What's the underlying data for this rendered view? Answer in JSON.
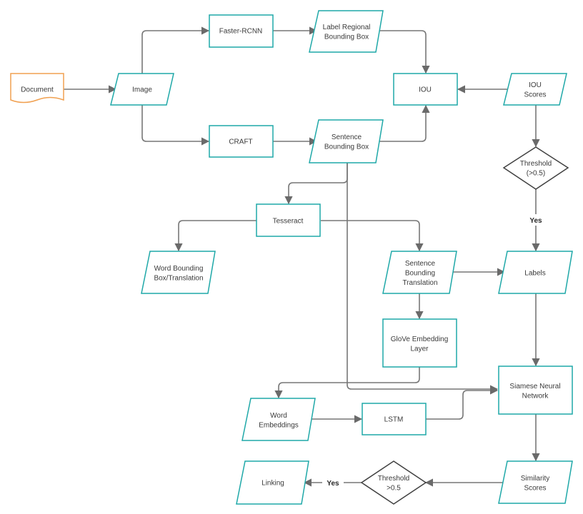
{
  "colors": {
    "process": "#1fa8a8",
    "document": "#f0a050",
    "decision": "#404040",
    "edge": "#777777",
    "text": "#3a3a3a"
  },
  "nodes": {
    "document": [
      "Document"
    ],
    "image": [
      "Image"
    ],
    "faster_rcnn": [
      "Faster-RCNN"
    ],
    "craft": [
      "CRAFT"
    ],
    "label_regional_bbox": [
      "Label Regional",
      "Bounding Box"
    ],
    "sentence_bbox": [
      "Sentence",
      "Bounding Box"
    ],
    "iou": [
      "IOU"
    ],
    "iou_scores": [
      "IOU",
      "Scores"
    ],
    "threshold_top": [
      "Threshold",
      "(>0.5)"
    ],
    "tesseract": [
      "Tesseract"
    ],
    "word_bbox_translation": [
      "Word Bounding",
      "Box/Translation"
    ],
    "sentence_bbox_translation": [
      "Sentence",
      "Bounding",
      "Translation"
    ],
    "labels": [
      "Labels"
    ],
    "glove": [
      "GloVe Embedding",
      "Layer"
    ],
    "siamese": [
      "Siamese Neural",
      "Network"
    ],
    "word_embeddings": [
      "Word",
      "Embeddings"
    ],
    "lstm": [
      "LSTM"
    ],
    "similarity_scores": [
      "Similarity",
      "Scores"
    ],
    "threshold_bottom": [
      "Threshold",
      ">0.5"
    ],
    "linking": [
      "Linking"
    ]
  },
  "edge_labels": {
    "yes_top": "Yes",
    "yes_bottom": "Yes"
  }
}
